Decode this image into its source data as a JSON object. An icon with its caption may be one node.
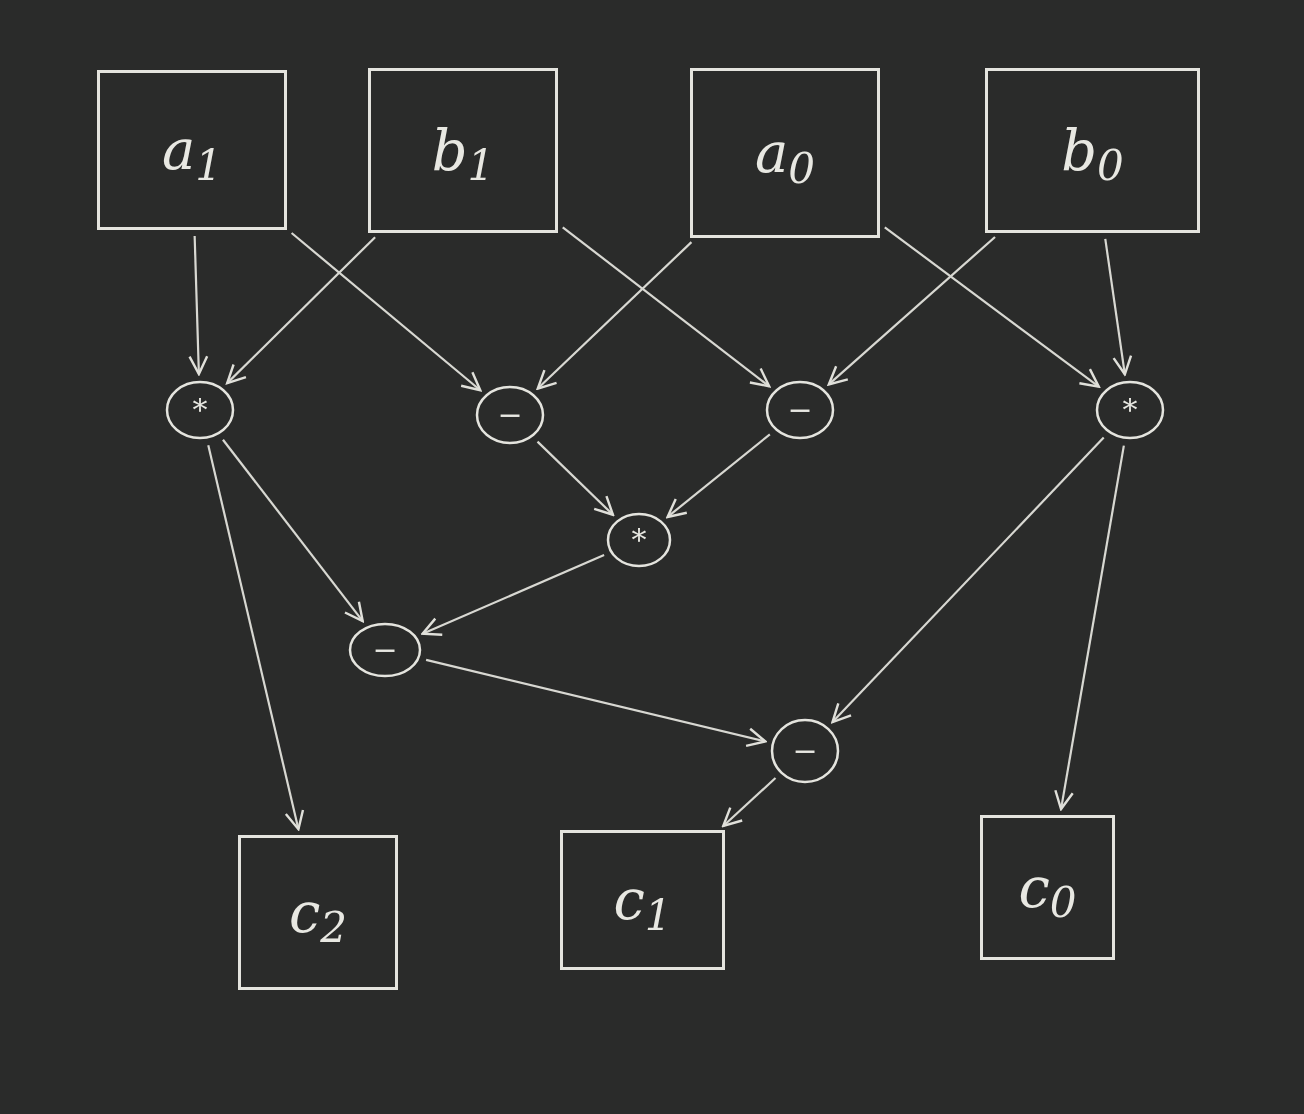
{
  "diagram": {
    "nodes": [
      {
        "text": [
          "a$_{1}$"
        ]
      },
      {
        "text": [
          "b$_{1}$"
        ]
      },
      {
        "text": [
          "a$_{0}$"
        ]
      },
      {
        "text": [
          "b$_{0}$"
        ]
      },
      {
        "text": [
          "*"
        ]
      },
      {
        "text": [
          "−"
        ]
      },
      {
        "text": [
          "−"
        ]
      },
      {
        "text": [
          "*"
        ]
      },
      {
        "text": [
          "*"
        ]
      },
      {
        "text": [
          "−"
        ]
      },
      {
        "text": [
          "−"
        ]
      },
      {
        "text": [
          "c$_{2}$"
        ]
      },
      {
        "text": [
          "c$_{1}$"
        ]
      },
      {
        "text": [
          "c$_{0}$"
        ]
      }
    ],
    "edges": [
      {
        "from": 0,
        "to": 4,
        "arrow": "to"
      },
      {
        "from": 1,
        "to": 4,
        "arrow": "to"
      },
      {
        "from": 0,
        "to": 5,
        "arrow": "to"
      },
      {
        "from": 2,
        "to": 5,
        "arrow": "to"
      },
      {
        "from": 1,
        "to": 6,
        "arrow": "to"
      },
      {
        "from": 3,
        "to": 6,
        "arrow": "to"
      },
      {
        "from": 2,
        "to": 7,
        "arrow": "to"
      },
      {
        "from": 3,
        "to": 7,
        "arrow": "to"
      },
      {
        "from": 5,
        "to": 8,
        "arrow": "to"
      },
      {
        "from": 6,
        "to": 8,
        "arrow": "to"
      },
      {
        "from": 4,
        "to": 9,
        "arrow": "to"
      },
      {
        "from": 8,
        "to": 9,
        "arrow": "to"
      },
      {
        "from": 4,
        "to": 11,
        "arrow": "to"
      },
      {
        "from": 9,
        "to": 10,
        "arrow": "to"
      },
      {
        "from": 7,
        "to": 10,
        "arrow": "to"
      },
      {
        "from": 10,
        "to": 12,
        "arrow": "to"
      },
      {
        "from": 7,
        "to": 13,
        "arrow": "to"
      }
    ]
  }
}
